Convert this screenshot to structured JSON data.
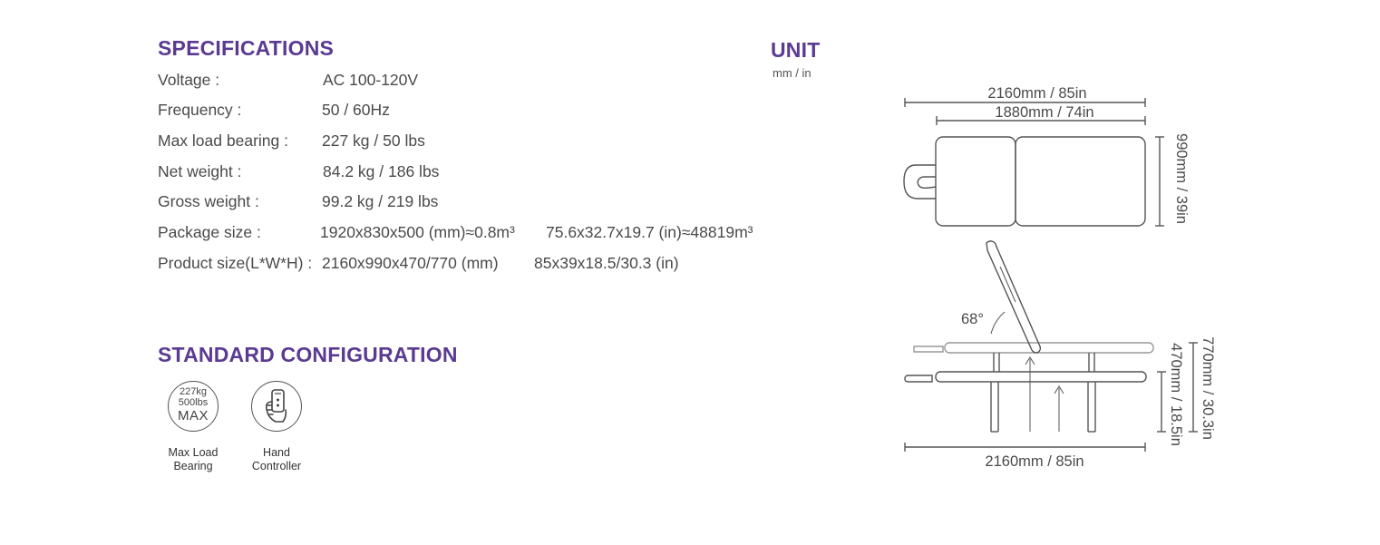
{
  "specifications": {
    "title": "SPECIFICATIONS",
    "rows": [
      {
        "label": "Voltage :",
        "value": "AC 100-120V",
        "extra": ""
      },
      {
        "label": "Frequency :",
        "value": "50 / 60Hz",
        "extra": ""
      },
      {
        "label": "Max load bearing :",
        "value": "227 kg  /  50 lbs",
        "extra": ""
      },
      {
        "label": "Net weight :",
        "value": "84.2 kg  /  186  lbs",
        "extra": ""
      },
      {
        "label": "Gross weight :",
        "value": "99.2 kg  /  219  lbs",
        "extra": ""
      },
      {
        "label": "Package size :",
        "value": "1920x830x500 (mm)≈0.8m³",
        "extra": "75.6x32.7x19.7 (in)≈48819m³"
      },
      {
        "label": "Product size(L*W*H) :",
        "value": "2160x990x470/770 (mm)",
        "extra": "85x39x18.5/30.3 (in)"
      }
    ]
  },
  "standard_configuration": {
    "title": "STANDARD CONFIGURATION",
    "items": [
      {
        "badge_line1": "227kg",
        "badge_line2": "500lbs",
        "badge_line3": "MAX",
        "caption_line1": "Max Load",
        "caption_line2": "Bearing",
        "icon": "max-load-icon"
      },
      {
        "caption_line1": "Hand",
        "caption_line2": "Controller",
        "icon": "hand-controller-icon"
      }
    ]
  },
  "unit": {
    "title": "UNIT",
    "subtitle": "mm / in"
  },
  "diagram": {
    "top_length_total": "2160mm / 85in",
    "top_length_body": "1880mm / 74in",
    "top_width": "990mm / 39in",
    "backrest_angle": "68°",
    "side_height_low": "470mm / 18.5in",
    "side_height_high": "770mm / 30.3in",
    "side_length": "2160mm / 85in"
  },
  "colors": {
    "accent": "#5b3a92",
    "text": "#4a4a4a",
    "line": "#555555"
  }
}
